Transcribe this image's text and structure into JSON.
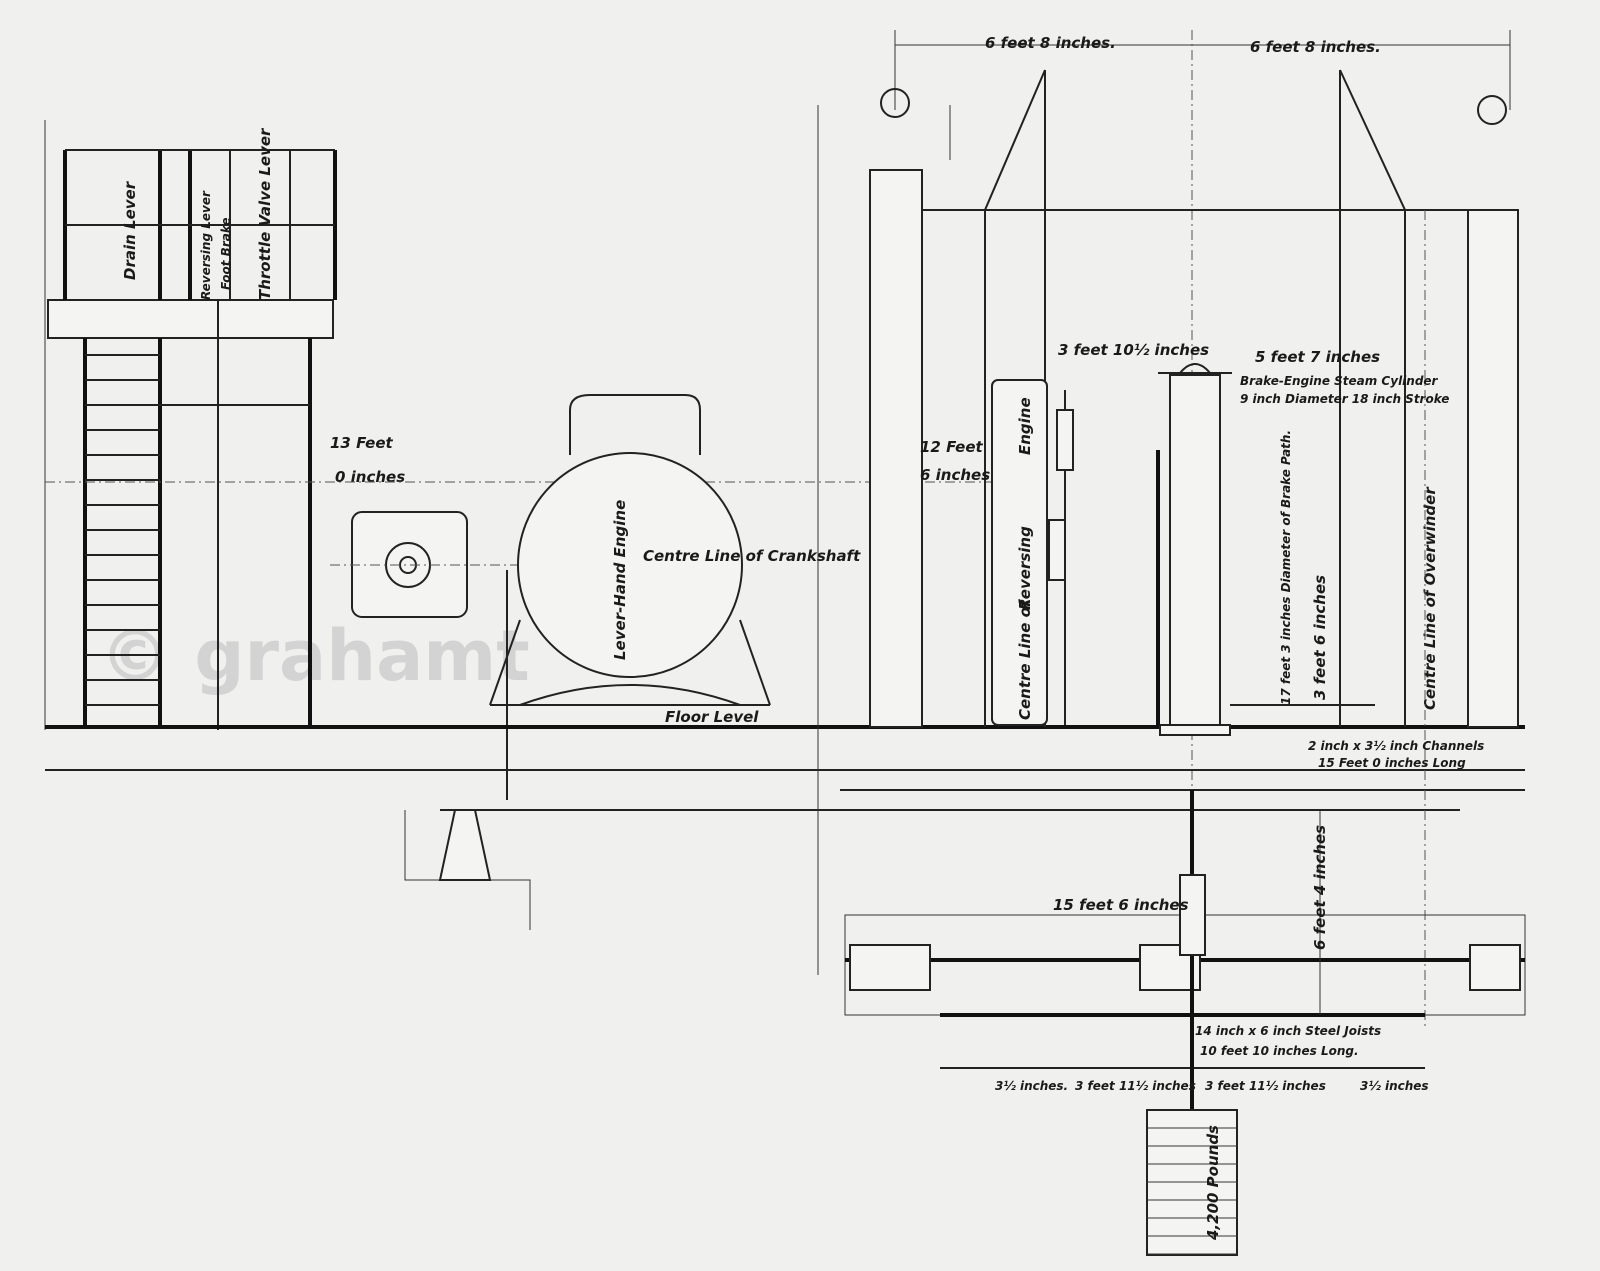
{
  "drawing": {
    "dimensions": {
      "top_left": "6 feet 8 inches.",
      "top_right": "6 feet 8 inches.",
      "platform_height_a": "13 Feet",
      "platform_height_b": "0 inches",
      "engine_height_a": "12 Feet",
      "engine_height_b": "6 inches",
      "reversing_span": "3 feet 10½ inches",
      "brake_span": "5 feet 7 inches",
      "brake_path": "17 feet 3 inches Diameter of Brake Path.",
      "brake_height": "3 feet 6 inches",
      "pit_depth": "6 feet 4 inches",
      "pit_width": "15 feet 6 inches",
      "bottom_a": "3½ inches.",
      "bottom_b": "3 feet 11½ inches",
      "bottom_c": "3 feet 11½ inches",
      "bottom_d": "3½ inches"
    },
    "labels": {
      "drain_lever": "Drain Lever",
      "reversing_lever": "Reversing Lever",
      "foot_brake": "Foot Brake",
      "throttle_valve_lever": "Throttle Valve Lever",
      "brake_cylinder_1": "Brake-Engine Steam Cylinder",
      "brake_cylinder_2": "9 inch Diameter 18 inch Stroke",
      "crankshaft": "Centre Line of Crankshaft",
      "lever_hand_engine": "Lever-Hand Engine",
      "reversing_engine_1": "Engine",
      "reversing_engine_2": "Reversing",
      "reversing_engine_3": "Centre Line of",
      "overwinder": "Centre Line of Overwinder",
      "floor_level": "Floor Level",
      "channels_1": "2 inch x 3½ inch Channels",
      "channels_2": "15 Feet 0 inches Long",
      "joists_1": "14 inch x 6 inch Steel Joists",
      "joists_2": "10 feet 10 inches Long.",
      "weight": "4,200 Pounds"
    },
    "watermark": "© grahamt"
  }
}
